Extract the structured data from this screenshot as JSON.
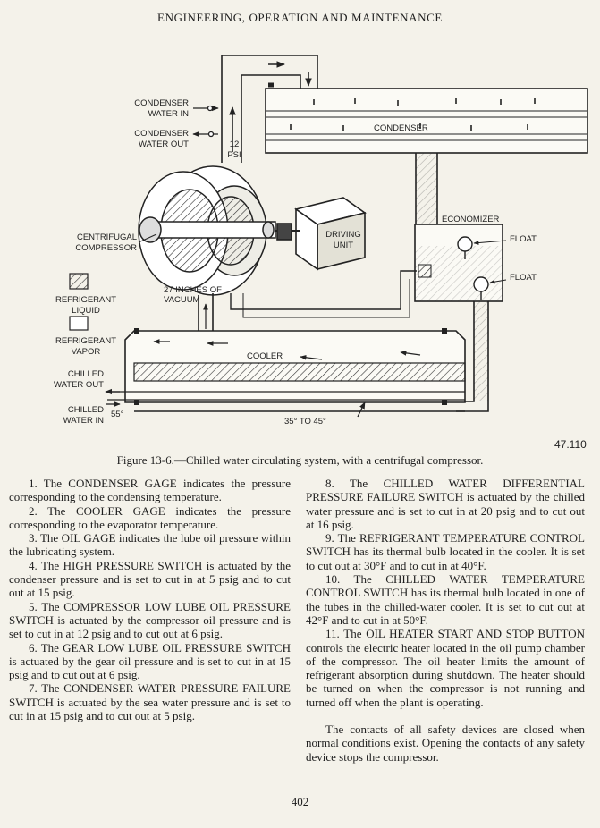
{
  "header": {
    "title": "ENGINEERING, OPERATION AND MAINTENANCE"
  },
  "figure": {
    "number": "47.110",
    "caption": "Figure 13-6.—Chilled water circulating system, with a centrifugal compressor.",
    "labels": {
      "condenser_water_in": [
        "CONDENSER",
        "WATER IN"
      ],
      "condenser_water_out": [
        "CONDENSER",
        "WATER OUT"
      ],
      "psi": [
        "12",
        "PSI"
      ],
      "condenser": "CONDENSER",
      "centrifugal_compressor": [
        "CENTRIFUGAL",
        "COMPRESSOR"
      ],
      "driving_unit": [
        "DRIVING",
        "UNIT"
      ],
      "economizer": "ECONOMIZER",
      "float_upper": "FLOAT",
      "float_lower": "FLOAT",
      "refrigerant_liquid": [
        "REFRIGERANT",
        "LIQUID"
      ],
      "refrigerant_vapor": [
        "REFRIGERANT",
        "VAPOR"
      ],
      "vacuum": [
        "27 INCHES OF",
        "VACUUM"
      ],
      "cooler": "COOLER",
      "chilled_water_out": [
        "CHILLED",
        "WATER OUT"
      ],
      "chilled_water_in": [
        "CHILLED",
        "WATER IN"
      ],
      "temp_55": "55°",
      "temp_range": "35° TO 45°"
    }
  },
  "body": {
    "left": [
      "1. The CONDENSER GAGE indicates the pressure corresponding to the condensing temperature.",
      "2. The COOLER GAGE indicates the pressure corresponding to the evaporator temperature.",
      "3. The OIL GAGE indicates the lube oil pressure within the lubricating system.",
      "4. The HIGH PRESSURE SWITCH is actuated by the condenser pressure and is set to cut in at 5 psig and to cut out at 15 psig.",
      "5. The COMPRESSOR LOW LUBE OIL PRESSURE SWITCH is actuated by the compressor oil pressure and is set to cut in at 12 psig and to cut out at 6 psig.",
      "6. The GEAR LOW LUBE OIL PRESSURE SWITCH is actuated by the gear oil pressure and is set to cut in at 15 psig and to cut out at 6 psig.",
      "7. The CONDENSER WATER PRESSURE FAILURE SWITCH is actuated by the sea water pressure and is set to cut in at 15 psig and to cut out at 5 psig."
    ],
    "right": [
      "8. The CHILLED WATER DIFFERENTIAL PRESSURE FAILURE SWITCH is actuated by the chilled water pressure and is set to cut in at 20 psig and to cut out at 16 psig.",
      "9. The REFRIGERANT TEMPERATURE CONTROL SWITCH has its thermal bulb located in the cooler. It is set to cut out at 30°F and to cut in at 40°F.",
      "10. The CHILLED WATER TEMPERATURE CONTROL SWITCH has its thermal bulb located in one of the tubes in the chilled-water cooler. It is set to cut out at 42°F and to cut in at 50°F.",
      "11. The OIL HEATER START AND STOP BUTTON controls the electric heater located in the oil pump chamber of the compressor. The oil heater limits the amount of refrigerant absorption during shutdown. The heater should be turned on when the compressor is not running and turned off when the plant is operating."
    ],
    "closing": "The contacts of all safety devices are closed when normal conditions exist. Opening the contacts of any safety device stops the compressor."
  },
  "page_number": "402"
}
